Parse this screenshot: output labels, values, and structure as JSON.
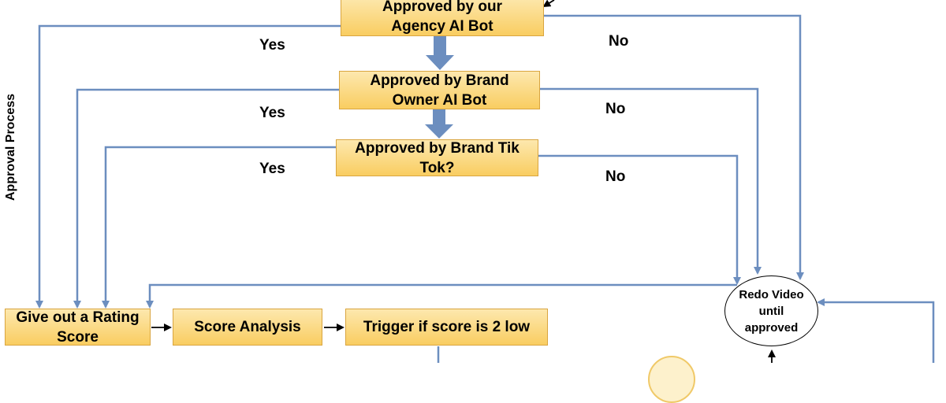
{
  "side_label": "Approval Process",
  "nodes": {
    "agency_bot": "Approved by our\nAgency AI Bot",
    "brand_owner_bot": "Approved by Brand\nOwner AI Bot",
    "brand_tiktok": "Approved by Brand Tik\nTok?",
    "rating_score": "Give out a Rating\nScore",
    "score_analysis": "Score Analysis",
    "trigger": "Trigger if score is 2 low",
    "redo_video": "Redo Video\nuntil\napproved"
  },
  "edge_labels": {
    "yes_1": "Yes",
    "yes_2": "Yes",
    "yes_3": "Yes",
    "no_1": "No",
    "no_2": "No",
    "no_3": "No"
  },
  "colors": {
    "connector": "#6c8ebf",
    "node_fill": "#f9cd61",
    "node_border": "#d9a540"
  }
}
